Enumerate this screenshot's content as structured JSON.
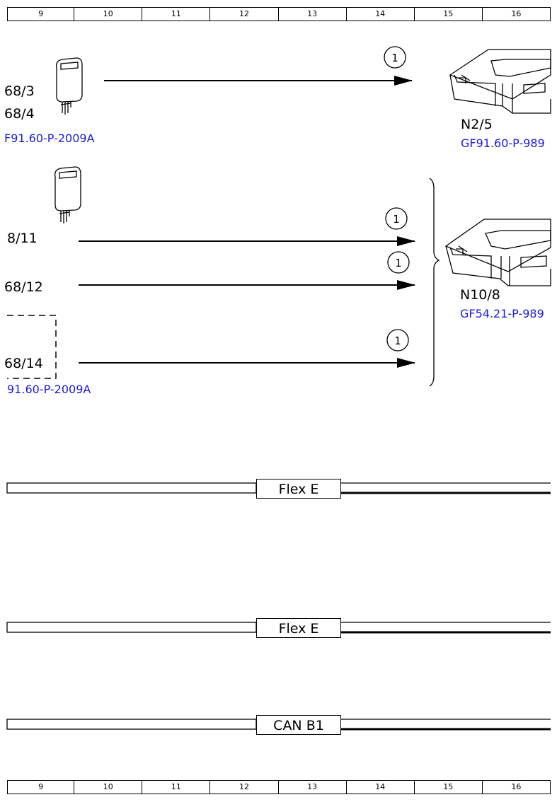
{
  "ruler": {
    "columns": [
      "9",
      "10",
      "11",
      "12",
      "13",
      "14",
      "15",
      "16"
    ]
  },
  "components": {
    "top_sensor_labels": [
      "68/3",
      "68/4"
    ],
    "top_sensor_ref": "F91.60-P-2009A",
    "top_module_label": "N2/5",
    "top_module_ref": "GF91.60-P-989",
    "mid_signal_labels": [
      "8/11",
      "68/12",
      "68/14"
    ],
    "mid_sensor_ref": "91.60-P-2009A",
    "mid_module_label": "N10/8",
    "mid_module_ref": "GF54.21-P-989"
  },
  "arrow_badges": [
    "1",
    "1",
    "1",
    "1"
  ],
  "buses": [
    "Flex E",
    "Flex E",
    "CAN B1"
  ]
}
